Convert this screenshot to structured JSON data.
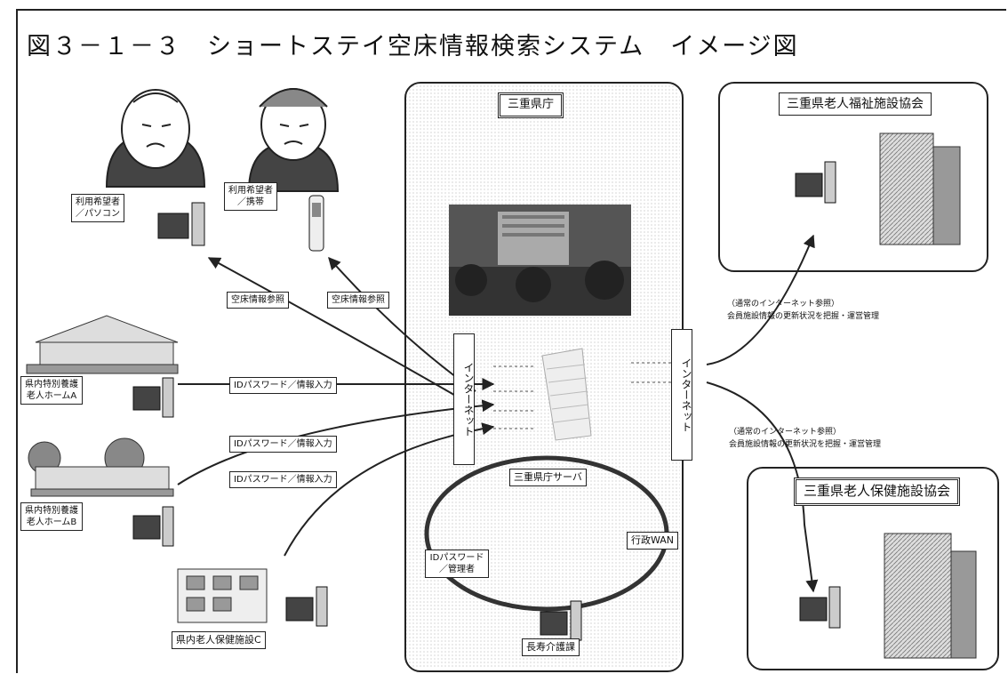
{
  "title": "図３－１－３　ショートステイ空床情報検索システム　イメージ図",
  "center": {
    "pref_office": "三重県庁",
    "internet_left": "インターネット",
    "internet_right": "インターネット",
    "server": "三重県庁サーバ",
    "admin_wan": "行政WAN",
    "id_admin": [
      "IDパスワード",
      "／管理者"
    ],
    "bureau": "長寿介護課"
  },
  "associations": {
    "welfare": "三重県老人福祉施設協会",
    "health": "三重県老人保健施設協会"
  },
  "users": {
    "pc_user": [
      "利用希望者",
      "／パソコン"
    ],
    "mobile_user": [
      "利用希望者",
      "／携帯"
    ],
    "view1": "空床情報参照",
    "view2": "空床情報参照"
  },
  "facilities": {
    "home_a": [
      "県内特別養護",
      "老人ホームA"
    ],
    "home_b": [
      "県内特別養護",
      "老人ホームB"
    ],
    "facility_c": "県内老人保健施設C",
    "input_a": "IDパスワード／情報入力",
    "input_b": "IDパスワード／情報入力",
    "input_c": "IDパスワード／情報入力"
  },
  "notes": {
    "welfare": [
      "（通常のインターネット参照）",
      "会員施設情報の更新状況を把握・運営管理"
    ],
    "health": [
      "（通常のインターネット参照）",
      "会員施設情報の更新状況を把握・運営管理"
    ]
  }
}
